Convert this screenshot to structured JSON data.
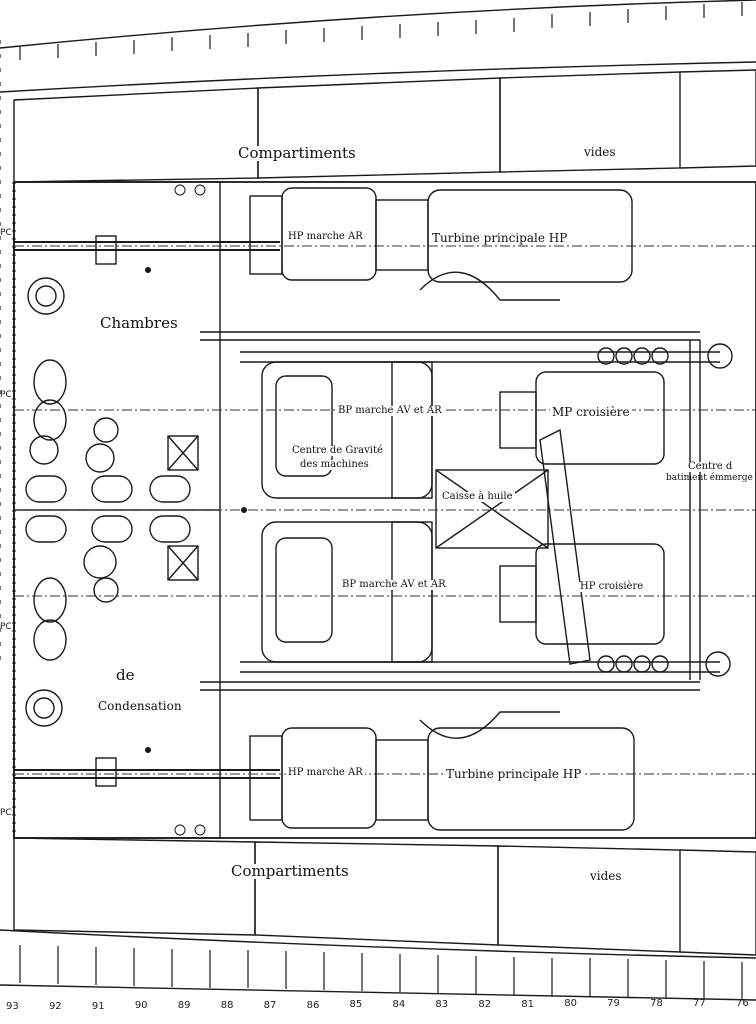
{
  "labels": {
    "compartiments_top": "Compartiments",
    "vides_top": "vides",
    "compartiments_bottom": "Compartiments",
    "vides_bottom": "vides",
    "chambres": "Chambres",
    "de": "de",
    "condensation": "Condensation",
    "hp_marche_ar_top": "HP marche AR",
    "turbine_hp_top": "Turbine principale HP",
    "bp_marche_top": "BP marche AV et AR",
    "mp_croisiere": "MP croisière",
    "centre_gravite_1": "Centre de Gravité",
    "centre_gravite_2": "des machines",
    "caisse_huile": "Caisse à huile",
    "centre_batiment_1": "Centre d",
    "centre_batiment_2": "batiment émmerge",
    "bp_marche_bottom": "BP marche AV et AR",
    "hp_croisiere": "HP croisière",
    "hp_marche_ar_bottom": "HP marche AR",
    "turbine_hp_bottom": "Turbine principale HP",
    "pc": "PC"
  },
  "frame_numbers": [
    "93",
    "92",
    "91",
    "90",
    "89",
    "88",
    "87",
    "86",
    "85",
    "84",
    "83",
    "82",
    "81",
    "80",
    "79",
    "78",
    "77",
    "76"
  ]
}
